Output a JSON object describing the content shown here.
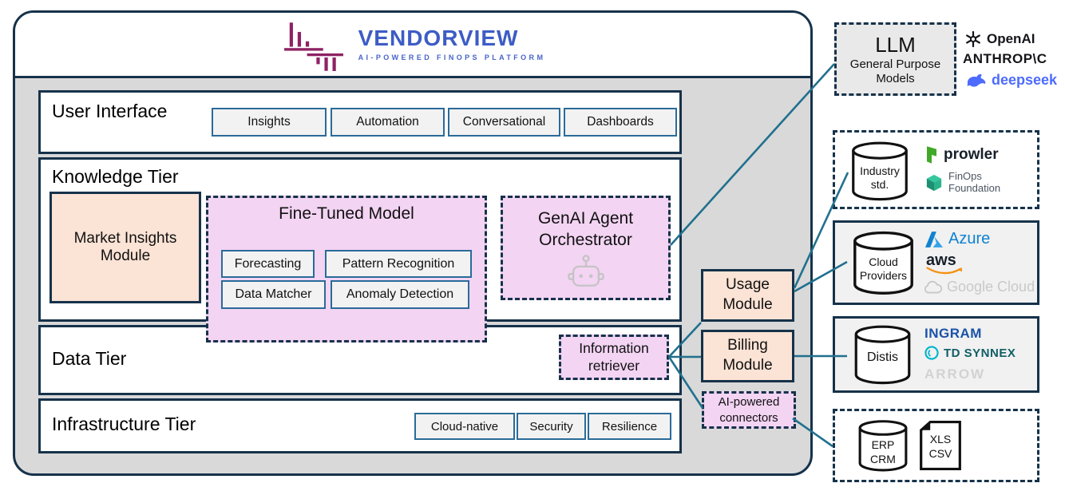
{
  "brand": {
    "name": "VENDORVIEW",
    "tagline": "AI-POWERED FINOPS PLATFORM"
  },
  "tiers": {
    "user_interface": {
      "title": "User Interface",
      "buttons": [
        "Insights",
        "Automation",
        "Conversational",
        "Dashboards"
      ]
    },
    "knowledge": {
      "title": "Knowledge Tier",
      "market_insights_label": "Market Insights Module",
      "fine_tuned": {
        "title": "Fine-Tuned Model",
        "buttons": [
          "Forecasting",
          "Pattern Recognition",
          "Data Matcher",
          "Anomaly Detection"
        ]
      },
      "genai_label": "GenAI Agent\nOrchestrator"
    },
    "data": {
      "title": "Data Tier",
      "information_retriever_label": "Information\nretriever"
    },
    "infrastructure": {
      "title": "Infrastructure Tier",
      "buttons": [
        "Cloud-native",
        "Security",
        "Resilience"
      ]
    }
  },
  "modules": {
    "usage_label": "Usage\nModule",
    "billing_label": "Billing\nModule",
    "connectors_label": "AI-powered\nconnectors"
  },
  "external": {
    "llm": {
      "title": "LLM",
      "subtitle": "General Purpose\nModels",
      "providers": {
        "openai": "OpenAI",
        "anthropic": "ANTHROP\\C",
        "deepseek": "deepseek"
      }
    },
    "industry_std": {
      "db_label": "Industry\nstd.",
      "prowler": "prowler",
      "finops": "FinOps\nFoundation"
    },
    "cloud_providers": {
      "db_label": "Cloud\nProviders",
      "azure": "Azure",
      "aws": "aws",
      "google": "Google Cloud"
    },
    "distis": {
      "db_label": "Distis",
      "ingram": "INGRAM",
      "tdsynnex": "TD SYNNEX",
      "arrow": "ARROW"
    },
    "data_sources": {
      "db_label": "ERP\nCRM",
      "doc_label": "XLS\nCSV"
    }
  },
  "colors": {
    "container_bg": "#d9d9d9",
    "border_navy": "#16324a",
    "chip_border": "#2a6b99",
    "peach": "#fbe3d5",
    "pink": "#f3d4f3",
    "connector_line": "#21708e",
    "brand_blue": "#3d5cc5",
    "brand_purple": "#8e2264",
    "deepseek_blue": "#4d6bfe"
  }
}
